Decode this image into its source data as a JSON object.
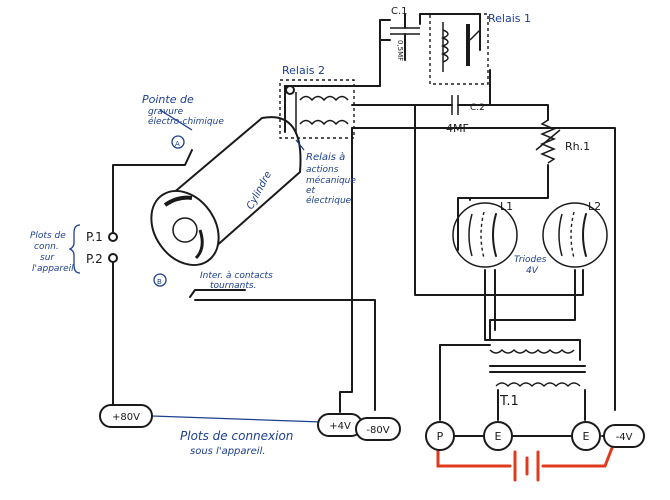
{
  "labels": {
    "c1": "C.1",
    "c1_value": "0,5MF",
    "relais1": "Relais 1",
    "relais2": "Relais 2",
    "c2": "C.2",
    "c2_value": "4MF",
    "rh1": "Rh.1",
    "pointe_line1": "Pointe de",
    "pointe_line2": "gravure",
    "pointe_line3": "électro-chimique",
    "marker_a": "A",
    "marker_b": "B",
    "cylindre": "Cylindre",
    "relais_action_1": "Relais à",
    "relais_action_2": "actions",
    "relais_action_3": "mécanique",
    "relais_action_4": "et",
    "relais_action_5": "électrique",
    "plots_line1": "Plots de",
    "plots_line2": "conn.",
    "plots_line3": "sur",
    "plots_line4": "l'appareil",
    "p1": "P.1",
    "p2": "P.2",
    "inter_line1": "Inter. à contacts",
    "inter_line2": "tournants.",
    "l1": "L1",
    "l2": "L2",
    "triodes_line1": "Triodes",
    "triodes_line2": "4V",
    "t1": "T.1",
    "term_plus80": "+80V",
    "term_plus4": "+4V",
    "term_minus80": "-80V",
    "term_p": "P",
    "term_e1": "E",
    "term_e2": "E",
    "term_minus4": "-4V",
    "bottom_line1": "Plots de connexion",
    "bottom_line2": "sous l'appareil."
  }
}
